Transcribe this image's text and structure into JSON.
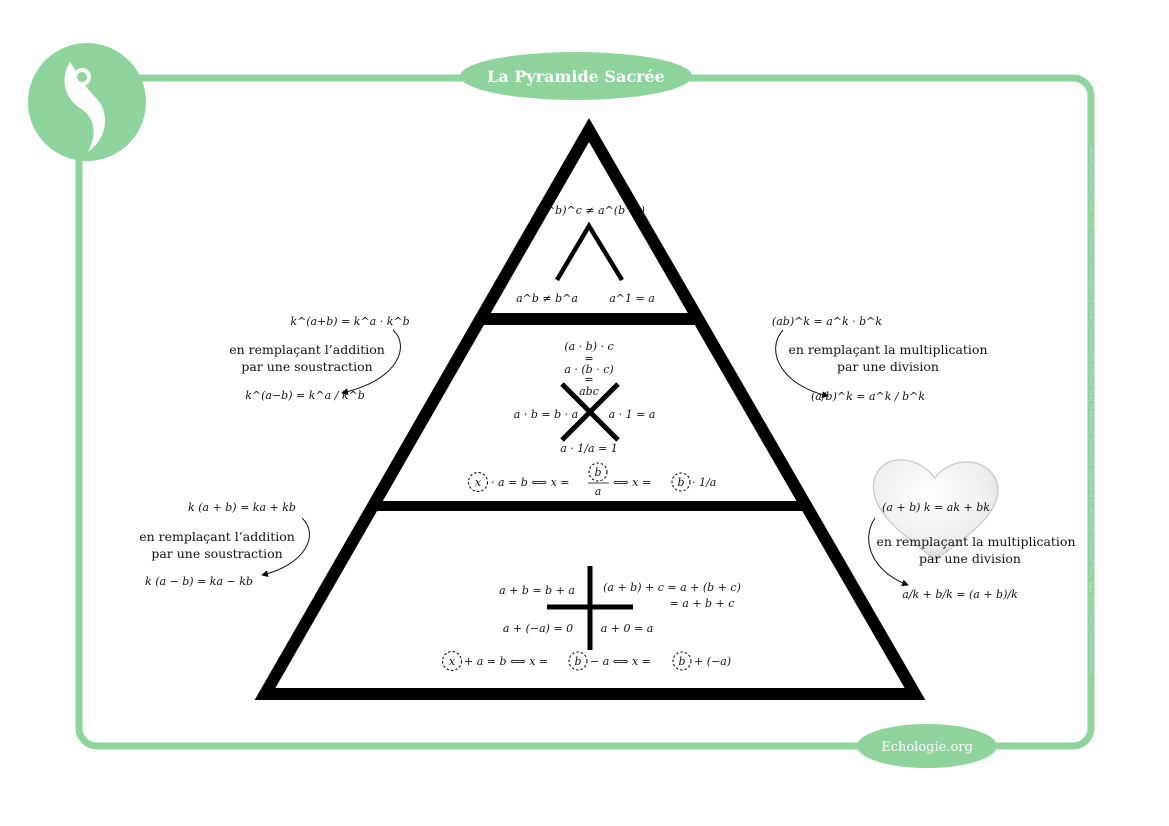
{
  "header": {
    "title": "La Pyramide Sacrée"
  },
  "footer": {
    "site": "Echologie.org"
  },
  "side_note": "Document sous licence GNU FDL. Vous pouvez le distribuer et le modifier librement. Sciences et Jeux, compilé disponible sur le site Echologie.org. Copyright 2016, Jean-Christophe Jameux",
  "colors": {
    "accent": "#8fd49d",
    "ink": "#111111"
  },
  "top": {
    "formula": "(a^b)^c ≠ a^(b^c)",
    "left": "a^b ≠ b^a",
    "right": "a^1 = a"
  },
  "middle": {
    "assoc_1": "(a · b) · c",
    "assoc_2": "a · (b · c)",
    "assoc_3": "abc",
    "eq_sign": "=",
    "commut": "a · b = b · a",
    "identity": "a · 1 = a",
    "inverse": "a · 1/a = 1",
    "solve_x": "x",
    "solve_a": "· a = b ⟺ x =",
    "solve_b": "b",
    "solve_c": "a",
    "solve_d": "⟺ x =",
    "solve_e": "· 1/a"
  },
  "bottom": {
    "commut": "a + b = b + a",
    "assoc_1": "(a + b) + c = a + (b + c)",
    "assoc_2": "= a + b + c",
    "inverse": "a + (−a) = 0",
    "identity": "a + 0 = a",
    "solve_x": "x",
    "solve_1": "+ a = b ⟺ x =",
    "solve_b": "b",
    "solve_2": "− a ⟺ x =",
    "solve_3": "+ (−a)"
  },
  "left_annotations": {
    "exp_rule": "k^(a+b) = k^a · k^b",
    "exp_note_1": "en remplaçant l’addition",
    "exp_note_2": "par une soustraction",
    "exp_result": "k^(a−b) = k^a / k^b",
    "dist_rule": "k (a + b) = ka + kb",
    "dist_note_1": "en remplaçant l’addition",
    "dist_note_2": "par une soustraction",
    "dist_result": "k (a − b) = ka − kb"
  },
  "right_annotations": {
    "pow_rule": "(ab)^k = a^k · b^k",
    "pow_note_1": "en remplaçant la multiplication",
    "pow_note_2": "par une division",
    "pow_result": "(a/b)^k = a^k / b^k",
    "dist_rule": "(a + b) k = ak + bk",
    "dist_note_1": "en remplaçant la multiplication",
    "dist_note_2": "par une division",
    "dist_result": "a/k + b/k = (a + b)/k"
  }
}
